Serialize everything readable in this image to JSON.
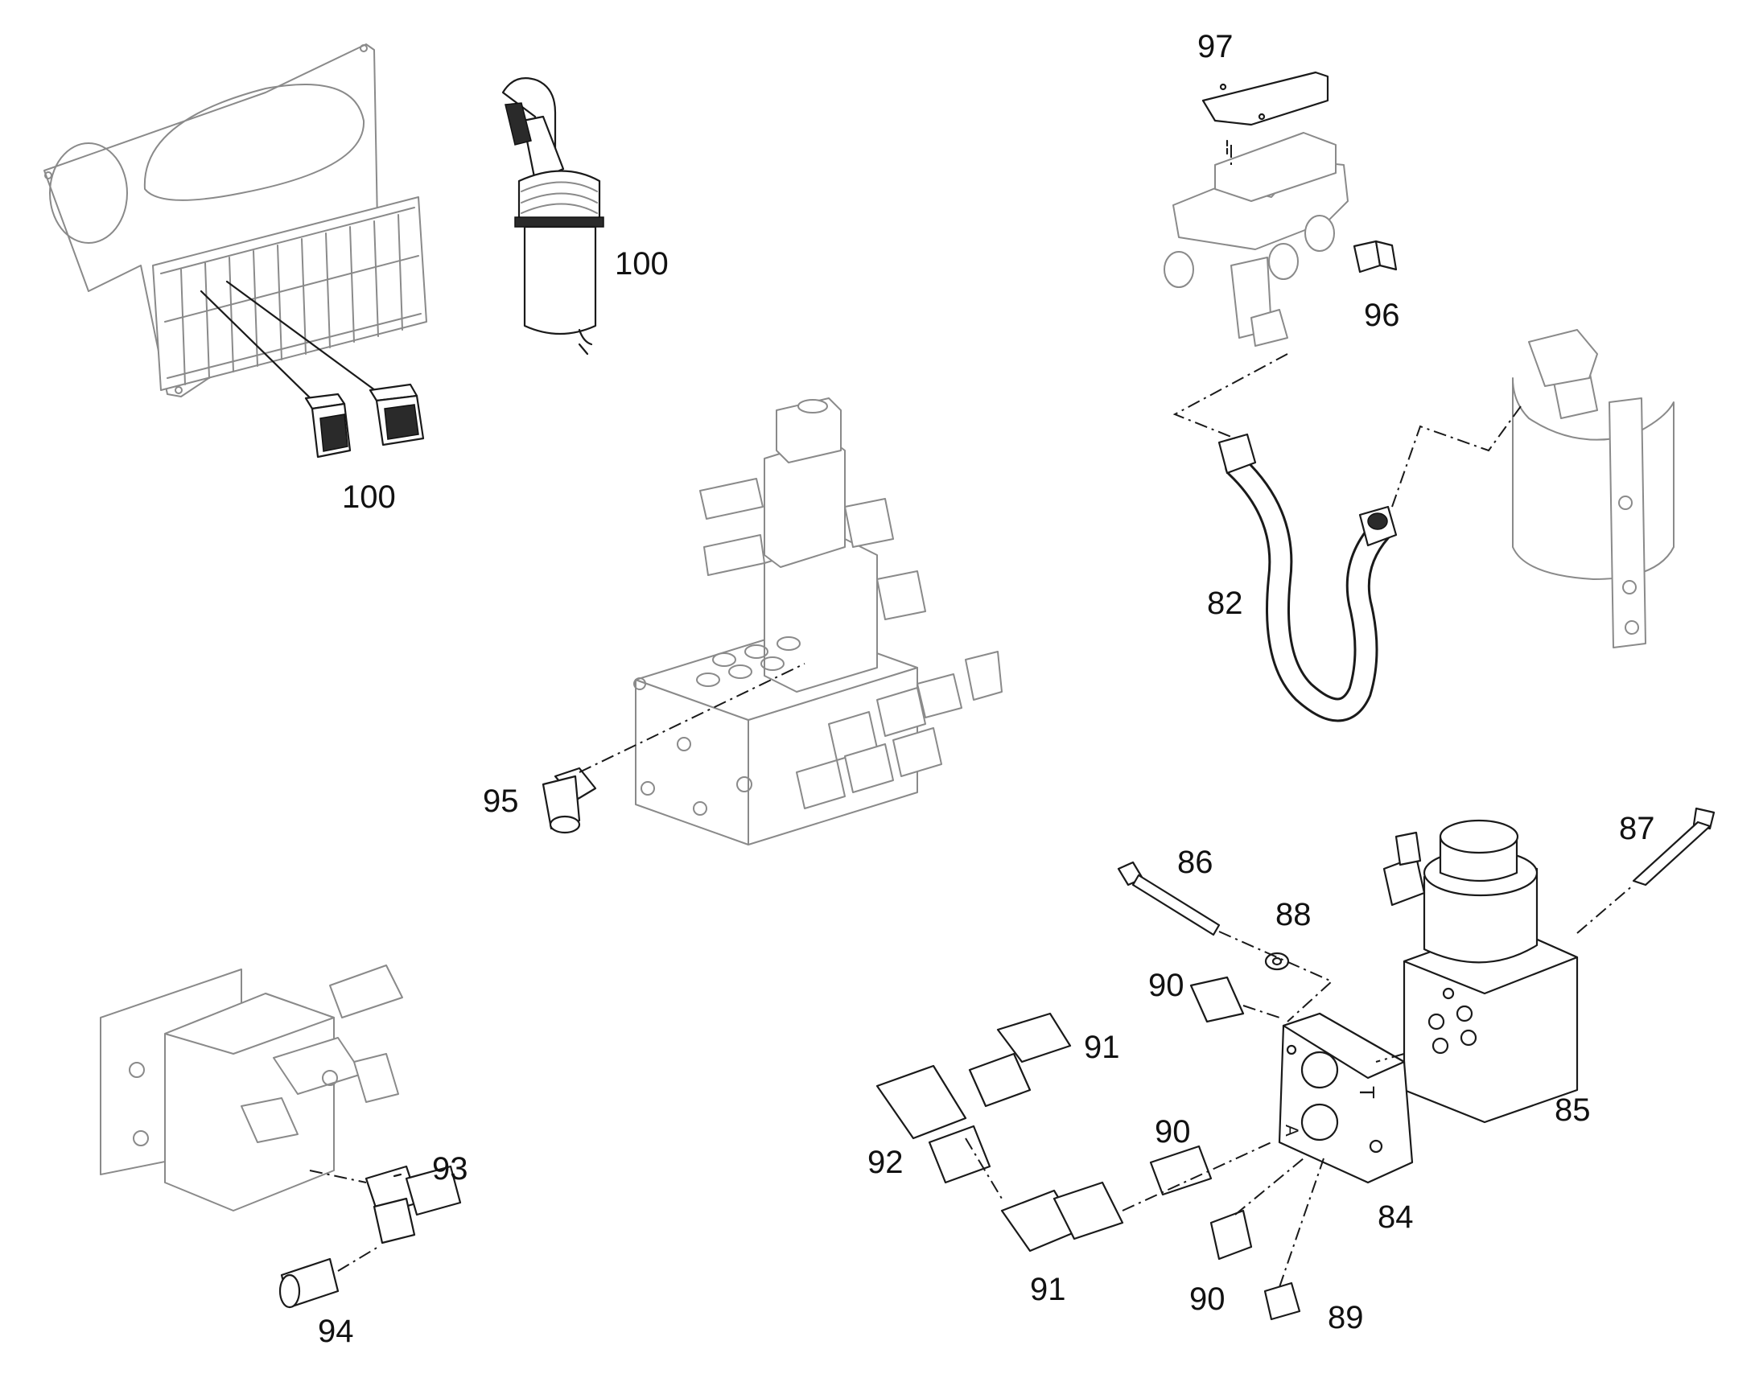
{
  "diagram": {
    "callouts": [
      {
        "id": "c100a",
        "text": "100"
      },
      {
        "id": "c100b",
        "text": "100"
      },
      {
        "id": "c97",
        "text": "97"
      },
      {
        "id": "c96",
        "text": "96"
      },
      {
        "id": "c82",
        "text": "82"
      },
      {
        "id": "c95",
        "text": "95"
      },
      {
        "id": "c86",
        "text": "86"
      },
      {
        "id": "c87",
        "text": "87"
      },
      {
        "id": "c88",
        "text": "88"
      },
      {
        "id": "c90a",
        "text": "90"
      },
      {
        "id": "c91a",
        "text": "91"
      },
      {
        "id": "c92",
        "text": "92"
      },
      {
        "id": "c90b",
        "text": "90"
      },
      {
        "id": "c91b",
        "text": "91"
      },
      {
        "id": "c90c",
        "text": "90"
      },
      {
        "id": "c89",
        "text": "89"
      },
      {
        "id": "c84",
        "text": "84"
      },
      {
        "id": "c85",
        "text": "85"
      },
      {
        "id": "c93",
        "text": "93"
      },
      {
        "id": "c94",
        "text": "94"
      }
    ],
    "port_marks": {
      "t": "T",
      "a": "A"
    }
  }
}
